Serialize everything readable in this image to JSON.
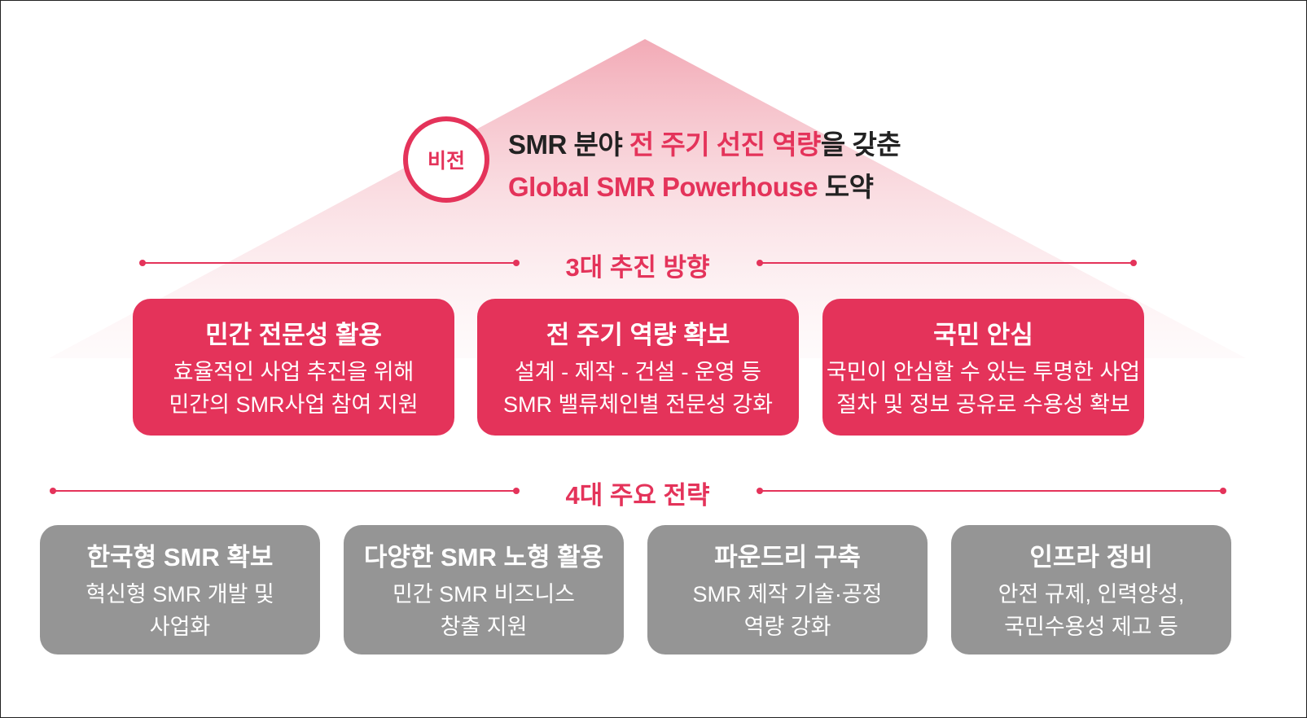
{
  "colors": {
    "accent": "#e4335a",
    "gray_card": "#959595"
  },
  "vision": {
    "badge": "비전",
    "line1_a": "SMR 분야 ",
    "line1_hl": "전 주기 선진 역량",
    "line1_b": "을 갖춘",
    "line2_hl": "Global SMR Powerhouse",
    "line2_b": " 도약"
  },
  "directions": {
    "title": "3대 추진 방향",
    "items": [
      {
        "title": "민간 전문성 활용",
        "desc1": "효율적인 사업 추진을 위해",
        "desc2": "민간의 SMR사업 참여 지원"
      },
      {
        "title": "전 주기 역량 확보",
        "desc1": "설계 - 제작 - 건설 - 운영 등",
        "desc2": "SMR 밸류체인별 전문성 강화"
      },
      {
        "title": "국민 안심",
        "desc1": "국민이 안심할 수 있는 투명한 사업",
        "desc2": "절차 및 정보 공유로 수용성 확보"
      }
    ]
  },
  "strategies": {
    "title": "4대 주요 전략",
    "items": [
      {
        "title": "한국형 SMR 확보",
        "desc1": "혁신형 SMR 개발 및",
        "desc2": "사업화"
      },
      {
        "title": "다양한 SMR 노형 활용",
        "desc1": "민간 SMR 비즈니스",
        "desc2": "창출 지원"
      },
      {
        "title": "파운드리 구축",
        "desc1": "SMR 제작 기술·공정",
        "desc2": "역량 강화"
      },
      {
        "title": "인프라 정비",
        "desc1": "안전 규제, 인력양성,",
        "desc2": "국민수용성 제고 등"
      }
    ]
  }
}
